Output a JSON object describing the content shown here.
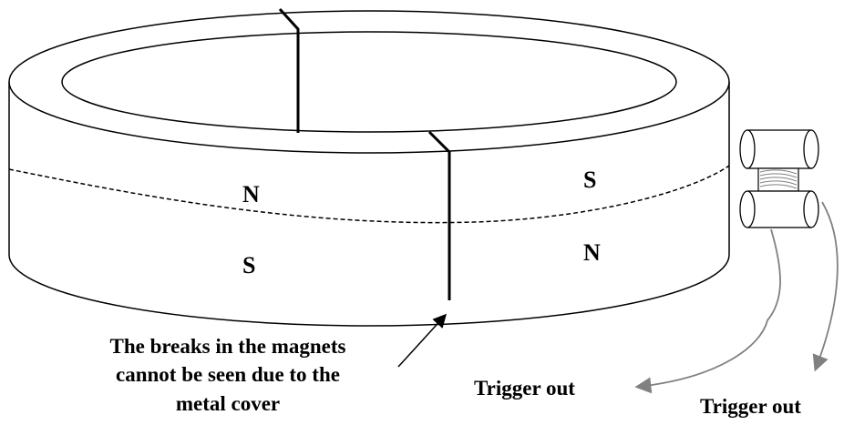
{
  "diagram": {
    "poles": {
      "upper_left": "N",
      "upper_right": "S",
      "lower_left": "S",
      "lower_right": "N"
    },
    "annotation": {
      "lines": [
        "The breaks in the magnets",
        "cannot be seen due to the",
        "metal cover"
      ]
    },
    "trigger_labels": [
      "Trigger out",
      "Trigger out"
    ],
    "colors": {
      "outline": "#000000",
      "wire": "#808080",
      "background": "#ffffff"
    }
  }
}
